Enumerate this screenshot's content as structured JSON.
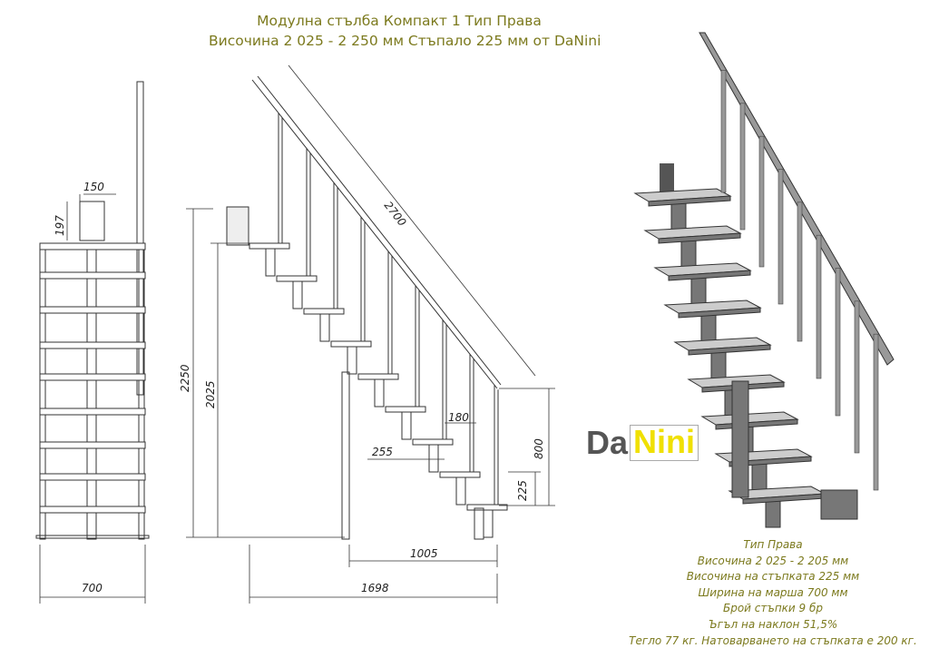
{
  "header": {
    "title_line1": "Модулна стълба Компакт 1 Тип Права",
    "title_line2": "Височина 2 025 - 2 250 мм Стъпало 225 мм от DaNini"
  },
  "dimensions": {
    "bracket_width": "150",
    "bracket_height": "197",
    "march_width": "700",
    "total_height": "2250",
    "floor_height": "2025",
    "rail_length": "2700",
    "tread_overhang": "180",
    "tread_depth": "255",
    "step_height": "225",
    "post_height": "800",
    "base_length": "1005",
    "total_length": "1698"
  },
  "logo": {
    "part1": "Da",
    "part2": "Nini",
    "color_dark": "#555555",
    "color_accent": "#f0e000"
  },
  "specs": [
    "Тип Права",
    "Височина 2 025 - 2 205 мм",
    "Височина на стъпката 225 мм",
    "Ширина на марша 700 мм",
    "Брой стъпки 9 бр",
    "Ъгъл на наклон 51,5%",
    "Тегло 77 кг. Натоварването на стъпката е 200 кг."
  ],
  "colors": {
    "text_olive": "#7c7a1e",
    "line": "#333333",
    "metal": "#9a9a9a"
  }
}
